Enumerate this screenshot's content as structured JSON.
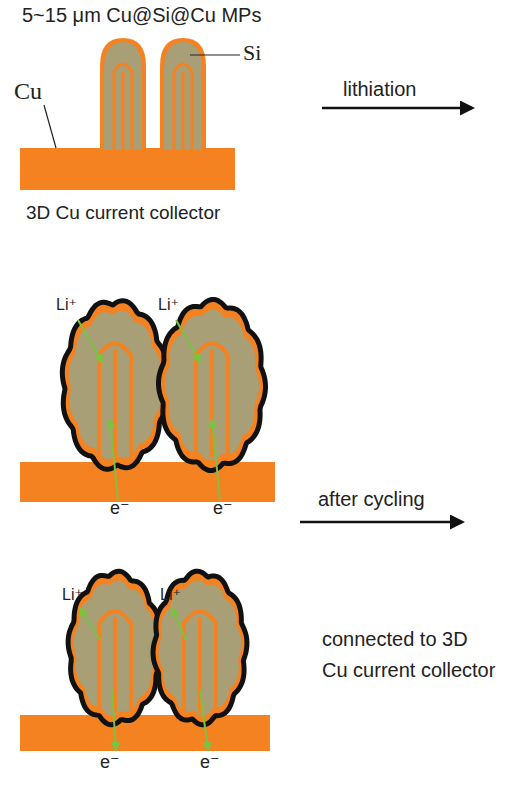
{
  "diagram": {
    "labels": [
      "5~15 μm Cu@Si@Cu MPs",
      "Si",
      "Cu",
      "3D Cu current collector",
      "lithiation",
      "Li⁺",
      "Li⁺",
      "e⁻",
      "e⁻",
      "after cycling",
      "Li⁺",
      "Li⁺",
      "e⁻",
      "e⁻",
      "connected to 3D Cu current collector"
    ]
  }
}
